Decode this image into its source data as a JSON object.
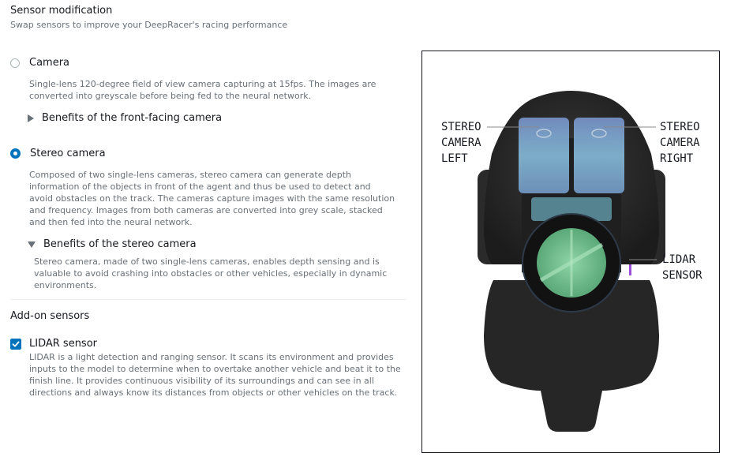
{
  "header": {
    "title": "Sensor modification",
    "subtitle": "Swap sensors to improve your DeepRacer's racing performance"
  },
  "sensor_options": [
    {
      "label": "Camera",
      "selected": false,
      "description": "Single-lens 120-degree field of view camera capturing at 15fps. The images are converted into greyscale before being fed to the neural network.",
      "expander": {
        "label": "Benefits of the front-facing camera",
        "expanded": false
      }
    },
    {
      "label": "Stereo camera",
      "selected": true,
      "description": "Composed of two single-lens cameras, stereo camera can generate depth information of the objects in front of the agent and thus be used to detect and avoid obstacles on the track. The cameras capture images with the same resolution and frequency. Images from both cameras are converted into grey scale, stacked and then fed into the neural network.",
      "expander": {
        "label": "Benefits of the stereo camera",
        "expanded": true,
        "content": "Stereo camera, made of two single-lens cameras, enables depth sensing and is valuable to avoid crashing into obstacles or other vehicles, especially in dynamic environments."
      }
    }
  ],
  "addons": {
    "title": "Add-on sensors",
    "items": [
      {
        "label": "LIDAR sensor",
        "checked": true,
        "description": "LIDAR is a light detection and ranging sensor. It scans its environment and provides inputs to the model to determine when to overtake another vehicle and beat it to the finish line. It provides continuous visibility of its surroundings and can see in all directions and always know its distances from objects or other vehicles on the track."
      }
    ]
  },
  "figure": {
    "callouts": {
      "stereo_left": "STEREO\nCAMERA\nLEFT",
      "stereo_right": "STEREO\nCAMERA\nRIGHT",
      "lidar": "LIDAR\nSENSOR"
    }
  },
  "colors": {
    "accent": "#0073bb",
    "text": "#16191f",
    "muted_text": "#687078",
    "divider": "#eaeded"
  }
}
